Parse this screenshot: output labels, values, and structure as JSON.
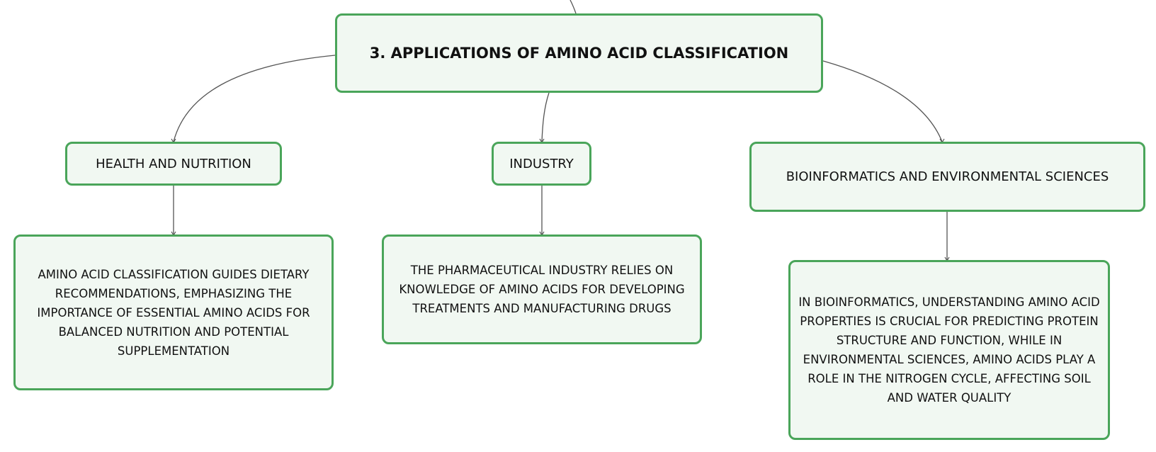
{
  "diagram": {
    "root": {
      "label": "3. APPLICATIONS OF AMINO ACID CLASSIFICATION"
    },
    "branches": [
      {
        "label": "HEALTH AND NUTRITION",
        "detail": "AMINO ACID CLASSIFICATION GUIDES DIETARY RECOMMENDATIONS, EMPHASIZING THE IMPORTANCE OF ESSENTIAL AMINO ACIDS FOR BALANCED NUTRITION AND POTENTIAL SUPPLEMENTATION"
      },
      {
        "label": "INDUSTRY",
        "detail": "THE PHARMACEUTICAL INDUSTRY RELIES ON KNOWLEDGE OF AMINO ACIDS FOR DEVELOPING TREATMENTS AND MANUFACTURING DRUGS"
      },
      {
        "label": "BIOINFORMATICS AND ENVIRONMENTAL SCIENCES",
        "detail": "IN BIOINFORMATICS, UNDERSTANDING AMINO ACID PROPERTIES IS CRUCIAL FOR PREDICTING PROTEIN STRUCTURE AND FUNCTION, WHILE IN ENVIRONMENTAL SCIENCES, AMINO ACIDS PLAY A ROLE IN THE NITROGEN CYCLE, AFFECTING SOIL AND WATER QUALITY"
      }
    ]
  },
  "colors": {
    "node_fill": "#f1f8f2",
    "node_border": "#4aa55a",
    "connector": "#555555",
    "text": "#111111"
  }
}
